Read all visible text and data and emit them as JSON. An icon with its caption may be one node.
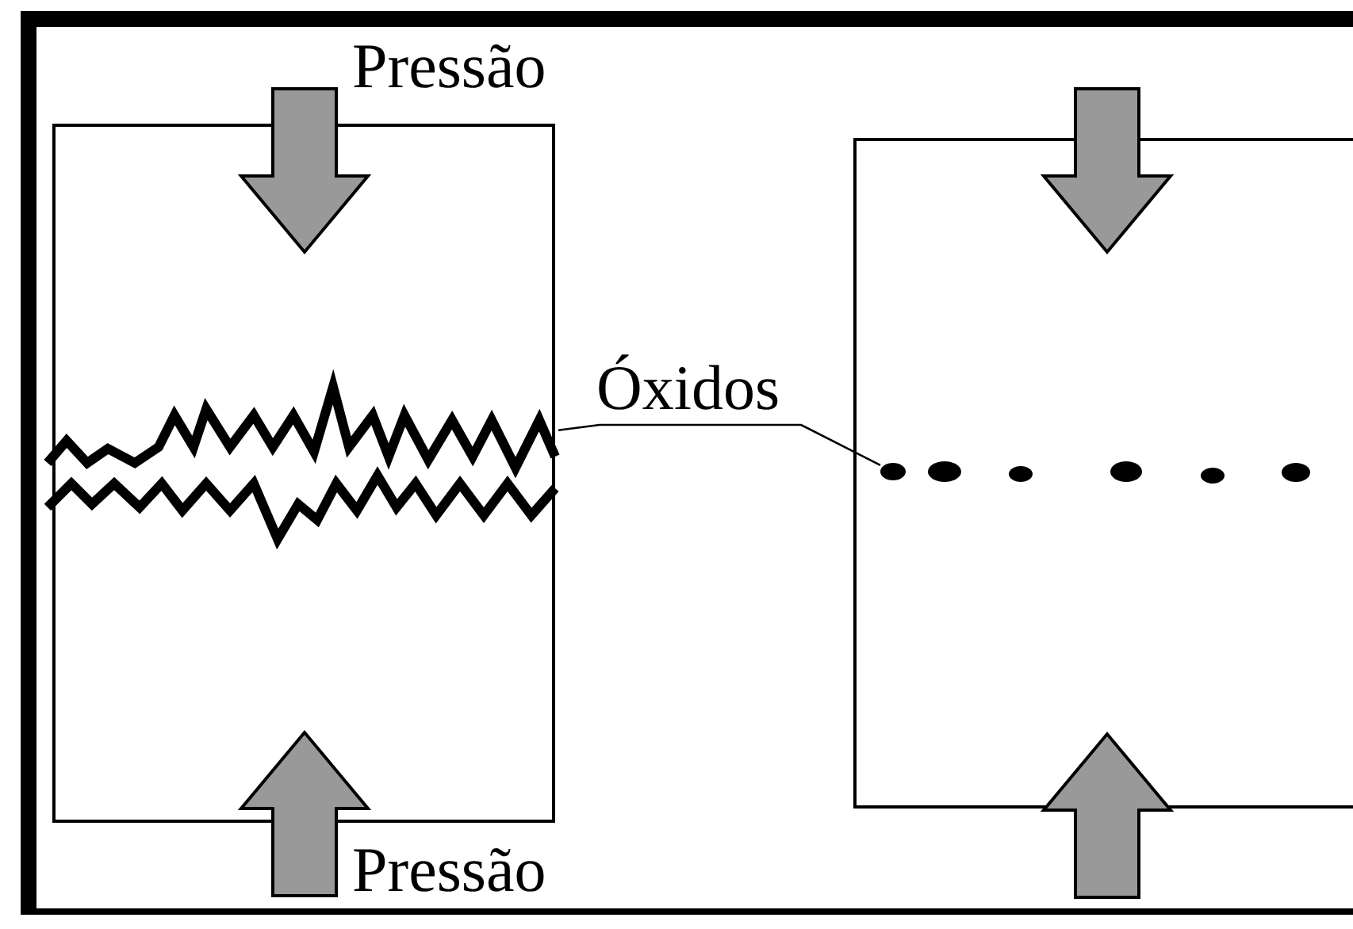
{
  "diagram": {
    "nodes": [
      {
        "text": [],
        "shape": "box"
      },
      {
        "text": [],
        "shape": "box"
      },
      {
        "text": [
          "Óxidos"
        ]
      },
      {
        "text": [],
        "shape": "line",
        "in": 0
      },
      {
        "text": [],
        "shape": "circle",
        "in": 1
      },
      {
        "text": [],
        "shape": "circle",
        "in": 1
      },
      {
        "text": [],
        "shape": "circle",
        "in": 1
      },
      {
        "text": [],
        "shape": "circle",
        "in": 1
      },
      {
        "text": [],
        "shape": "circle",
        "in": 1
      },
      {
        "text": [],
        "shape": "circle",
        "in": 1
      }
    ],
    "edges": [
      {
        "from": 2,
        "to": 3,
        "arrow": "none"
      },
      {
        "from": 2,
        "to": 4,
        "arrow": "none"
      }
    ],
    "labels": [
      "Pressão",
      "Pressão"
    ]
  }
}
